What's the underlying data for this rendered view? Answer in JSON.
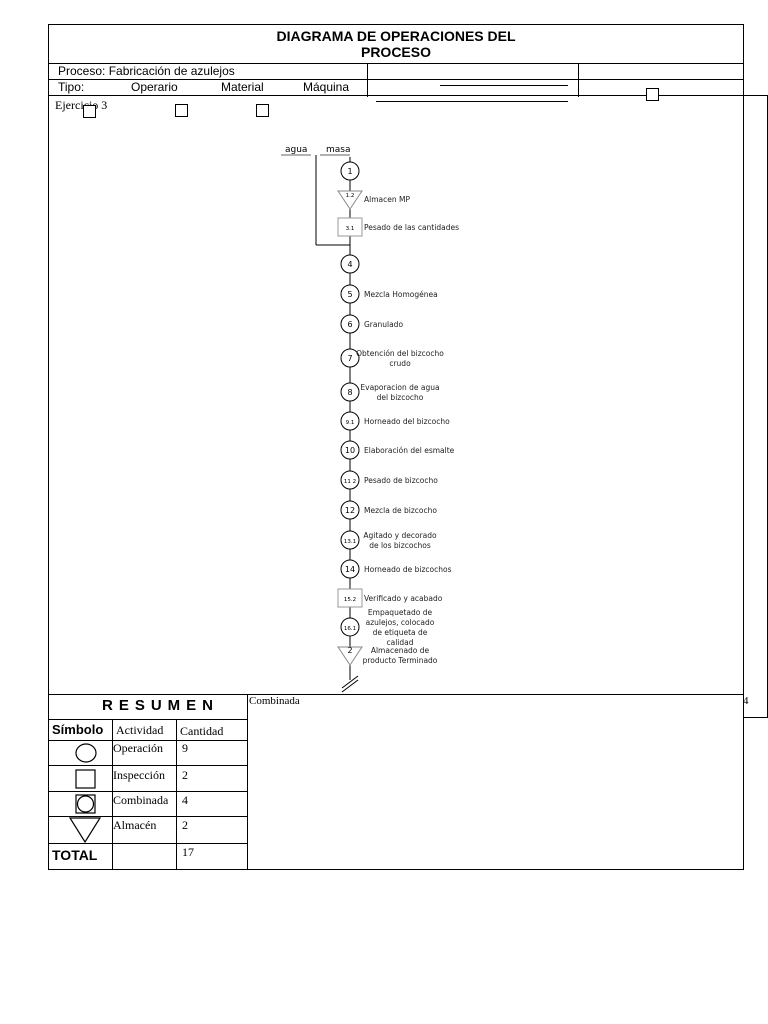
{
  "header": {
    "title_line1": "DIAGRAMA DE OPERACIONES DEL",
    "title_line2": "PROCESO",
    "proceso_label": "Proceso: Fabricación de azulejos",
    "tipo_label": "Tipo:",
    "tipo_options": [
      "Operario",
      "Material",
      "Máquina"
    ],
    "ejercicio": "Ejercicio 3"
  },
  "flow": {
    "inputs": [
      "agua",
      "masa"
    ],
    "steps": [
      {
        "symbol": "circle",
        "num": "1",
        "label": ""
      },
      {
        "symbol": "triangle",
        "num": "1.2",
        "label": "Almacen MP"
      },
      {
        "symbol": "square",
        "num": "3.1",
        "label": "Pesado de las cantidades"
      },
      {
        "symbol": "circle",
        "num": "4",
        "label": ""
      },
      {
        "symbol": "circle",
        "num": "5",
        "label": "Mezcla Homogénea"
      },
      {
        "symbol": "circle",
        "num": "6",
        "label": "Granulado"
      },
      {
        "symbol": "circle",
        "num": "7",
        "label": "Obtención del bizcocho crudo"
      },
      {
        "symbol": "circle",
        "num": "8",
        "label": "Evaporacion de agua del bizcocho"
      },
      {
        "symbol": "circle",
        "num": "9.1",
        "label": "Horneado del bizcocho"
      },
      {
        "symbol": "circle",
        "num": "10",
        "label": "Elaboración del esmalte"
      },
      {
        "symbol": "circle",
        "num": "11 2",
        "label": "Pesado de bizcocho"
      },
      {
        "symbol": "circle",
        "num": "12",
        "label": "Mezcla de bizcocho"
      },
      {
        "symbol": "circle",
        "num": "13.1",
        "label": "Agitado y decorado de los bizcochos"
      },
      {
        "symbol": "circle",
        "num": "14",
        "label": "Horneado de bizcochos"
      },
      {
        "symbol": "square",
        "num": "15.2",
        "label": "Verificado y acabado"
      },
      {
        "symbol": "circle",
        "num": "16.1",
        "label": "Empaquetado de azulejos, colocado de etiqueta de calidad"
      },
      {
        "symbol": "triangle",
        "num": "2",
        "label": "Almacenado de producto Terminado"
      }
    ]
  },
  "resumen": {
    "title": "RESUMEN",
    "combinada_label": "Combinada",
    "combinada_value": "4",
    "headers": [
      "Símbolo",
      "Actividad",
      "Cantidad"
    ],
    "rows": [
      {
        "symbol": "circle",
        "actividad": "Operación",
        "cantidad": "9"
      },
      {
        "symbol": "square",
        "actividad": "Inspección",
        "cantidad": "2"
      },
      {
        "symbol": "combined",
        "actividad": "Combinada",
        "cantidad": "4"
      },
      {
        "symbol": "triangle",
        "actividad": "Almacén",
        "cantidad": "2"
      }
    ],
    "total_label": "TOTAL",
    "total_value": "17"
  }
}
